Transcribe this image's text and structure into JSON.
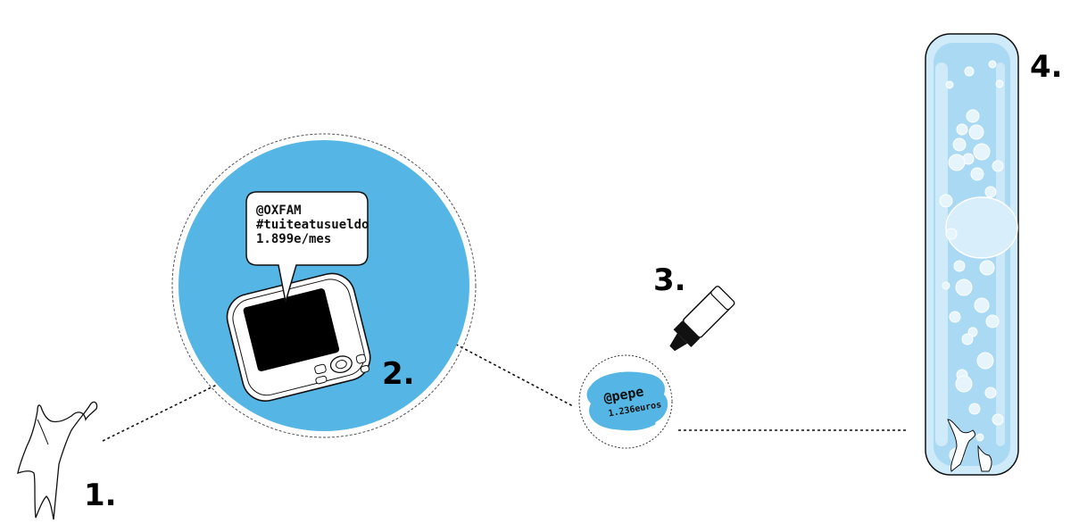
{
  "steps": {
    "step1_label": "1.",
    "step2_label": "2.",
    "step3_label": "3.",
    "step4_label": "4."
  },
  "tweet_bubble": {
    "line1": "@OXFAM",
    "line2": "#tuiteatusueldo",
    "line3": "1.899e/mes"
  },
  "name_tag": {
    "line1": "@pepe",
    "line2": "1.236euros"
  },
  "colors": {
    "accent_blue": "#55b5e4",
    "light_blue": "#a9d9f3",
    "outline": "#111111"
  },
  "icons": {
    "person": "person-silhouette-icon",
    "phone": "smartphone-icon",
    "marker": "marker-pen-icon",
    "tube": "bubble-tube-icon"
  }
}
